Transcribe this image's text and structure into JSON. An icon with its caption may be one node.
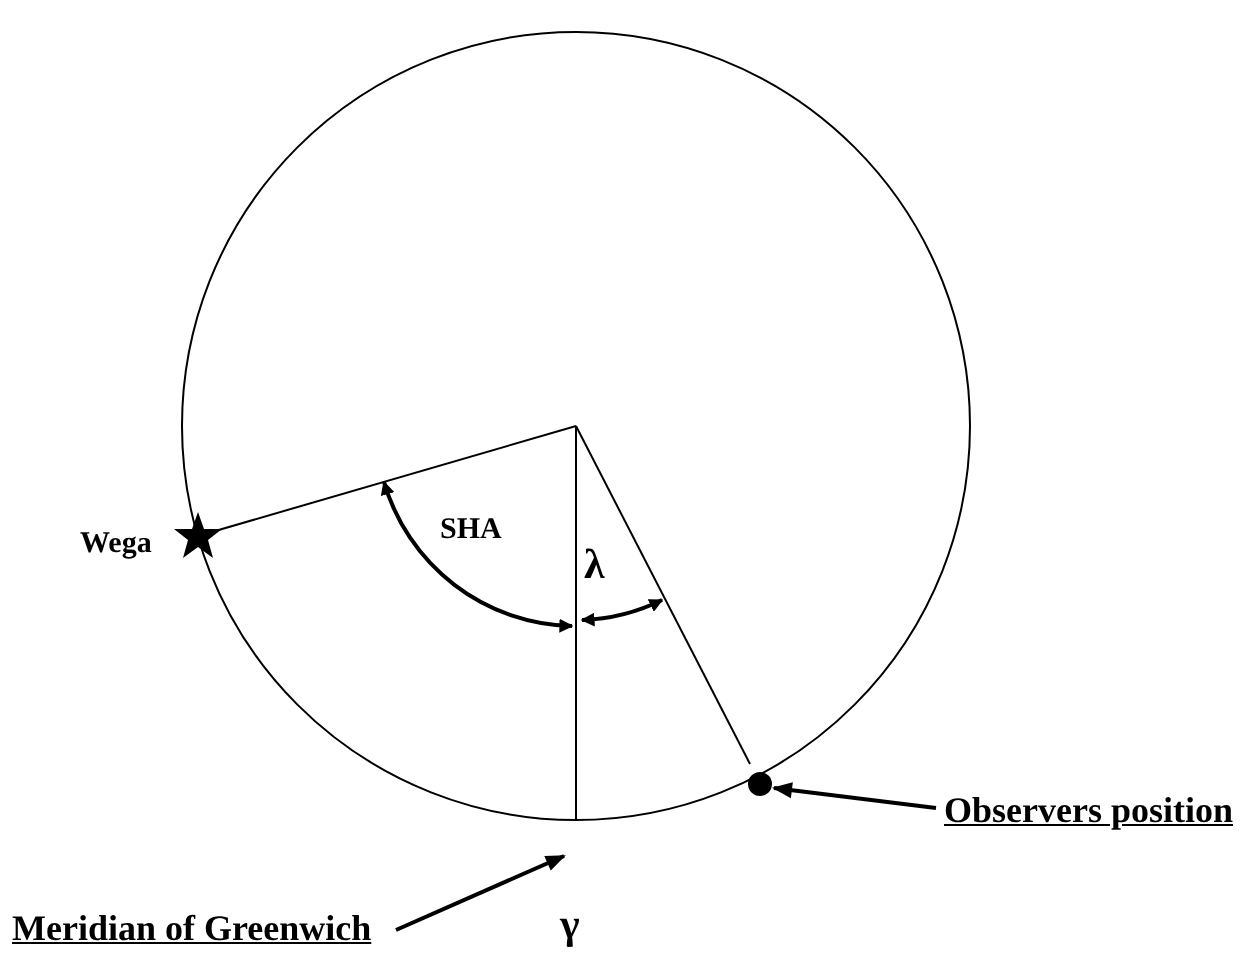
{
  "diagram": {
    "nodes": [
      {
        "text": [
          "Observers position"
        ]
      },
      {
        "text": [],
        "shape": "circle"
      },
      {
        "text": [
          "Meridian of Greenwich"
        ]
      }
    ],
    "edges": [
      {
        "from": 0,
        "to": 1,
        "arrow": "to"
      },
      {
        "from": 2,
        "to": null,
        "arrow": "to"
      }
    ],
    "labels": [
      "Wega",
      "SHA",
      "λ",
      "γ"
    ]
  }
}
